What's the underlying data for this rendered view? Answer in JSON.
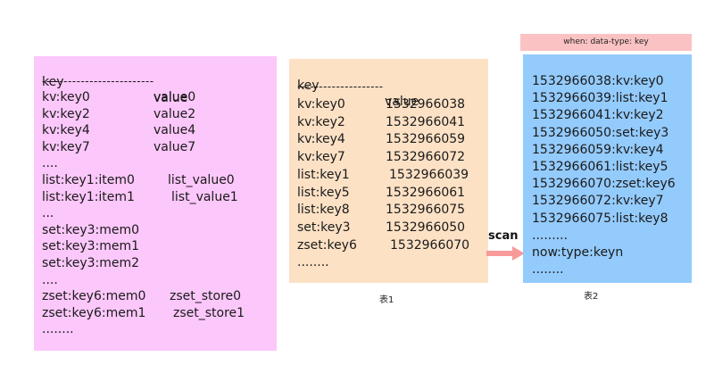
{
  "left_table": {
    "header": {
      "key": "key",
      "value": "value"
    },
    "divider": "--------------------------",
    "rows": [
      {
        "key": "kv:key0",
        "value": "value0"
      },
      {
        "key": "kv:key2",
        "value": "value2"
      },
      {
        "key": "kv:key4",
        "value": "value4"
      },
      {
        "key": "kv:key7",
        "value": "value7"
      },
      {
        "key": "....",
        "value": ""
      },
      {
        "key": "list:key1:item0",
        "value": "list_value0"
      },
      {
        "key": "list:key1:item1",
        "value": "list_value1"
      },
      {
        "key": "...",
        "value": ""
      },
      {
        "key": "set:key3:mem0",
        "value": ""
      },
      {
        "key": "set:key3:mem1",
        "value": ""
      },
      {
        "key": "set:key3:mem2",
        "value": ""
      },
      {
        "key": "....",
        "value": ""
      },
      {
        "key": "zset:key6:mem0",
        "value": "zset_store0"
      },
      {
        "key": "zset:key6:mem1",
        "value": "zset_store1"
      },
      {
        "key": "........",
        "value": ""
      }
    ]
  },
  "middle_table": {
    "header": {
      "key": "key",
      "value": "value"
    },
    "divider": "--------------------",
    "rows": [
      {
        "key": "kv:key0",
        "value": "1532966038"
      },
      {
        "key": "kv:key2",
        "value": "1532966041"
      },
      {
        "key": "kv:key4",
        "value": "1532966059"
      },
      {
        "key": "kv:key7",
        "value": "1532966072"
      },
      {
        "key": "list:key1",
        "value": "1532966039"
      },
      {
        "key": "list:key5",
        "value": "1532966061"
      },
      {
        "key": "list:key8",
        "value": "1532966075"
      },
      {
        "key": "set:key3",
        "value": "1532966050"
      },
      {
        "key": "zset:key6",
        "value": "1532966070"
      },
      {
        "key": "........",
        "value": ""
      }
    ],
    "caption": "表1"
  },
  "scan": {
    "label": "scan"
  },
  "right_table": {
    "label": "when: data-type: key",
    "rows": [
      "1532966038:kv:key0",
      "1532966039:list:key1",
      "1532966041:kv:key2",
      "1532966050:set:key3",
      "1532966059:kv:key4",
      "1532966061:list:key5",
      "1532966070:zset:key6",
      "1532966072:kv:key7",
      "1532966075:list:key8",
      ".........",
      "now:type:keyn",
      "........"
    ],
    "caption": "表2"
  },
  "colors": {
    "left_box": "#fcc7fa",
    "middle_box": "#fde1c5",
    "right_box": "#94cbfd",
    "label_box": "#fbc2c3",
    "arrow": "#f89a9a"
  }
}
